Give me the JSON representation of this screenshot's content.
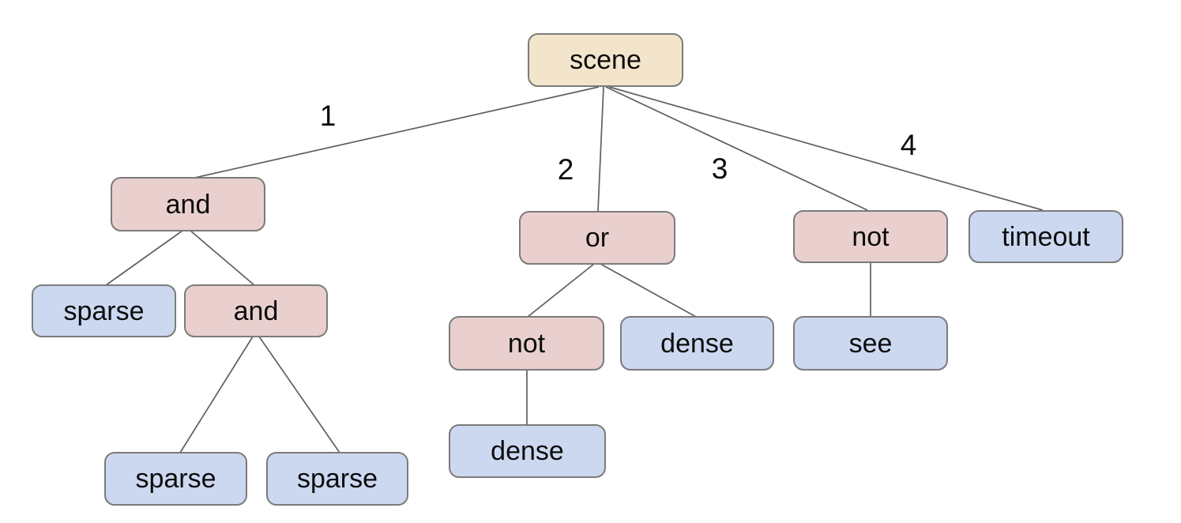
{
  "colors": {
    "background": "#ffffff",
    "root_fill": "#f3e5cb",
    "operator_fill": "#e9d0cf",
    "leaf_fill": "#ccd8f0",
    "node_border": "#7b7b7b",
    "edge_line": "#5f5f5f",
    "text": "#0c0c0c"
  },
  "tree": {
    "label": "scene",
    "kind": "root",
    "children": [
      {
        "edge": "1",
        "label": "and",
        "kind": "operator",
        "children": [
          {
            "label": "sparse",
            "kind": "leaf"
          },
          {
            "label": "and",
            "kind": "operator",
            "children": [
              {
                "label": "sparse",
                "kind": "leaf"
              },
              {
                "label": "sparse",
                "kind": "leaf"
              }
            ]
          }
        ]
      },
      {
        "edge": "2",
        "label": "or",
        "kind": "operator",
        "children": [
          {
            "label": "not",
            "kind": "operator",
            "children": [
              {
                "label": "dense",
                "kind": "leaf"
              }
            ]
          },
          {
            "label": "dense",
            "kind": "leaf"
          }
        ]
      },
      {
        "edge": "3",
        "label": "not",
        "kind": "operator",
        "children": [
          {
            "label": "see",
            "kind": "leaf"
          }
        ]
      },
      {
        "edge": "4",
        "label": "timeout",
        "kind": "leaf"
      }
    ]
  }
}
